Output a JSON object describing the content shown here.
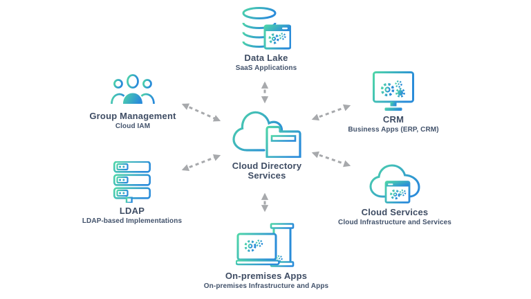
{
  "diagram": {
    "center": {
      "title_line1": "Cloud Directory",
      "title_line2": "Services",
      "icon": "cloud-folder-icon"
    },
    "nodes": {
      "data_lake": {
        "title": "Data Lake",
        "subtitle": "SaaS Applications",
        "icon": "database-app-window-icon"
      },
      "group_management": {
        "title": "Group Management",
        "subtitle": "Cloud IAM",
        "icon": "users-group-icon"
      },
      "crm": {
        "title": "CRM",
        "subtitle": "Business Apps (ERP, CRM)",
        "icon": "monitor-gears-icon"
      },
      "ldap": {
        "title": "LDAP",
        "subtitle": "LDAP-based Implementations",
        "icon": "server-stack-icon"
      },
      "cloud_services": {
        "title": "Cloud Services",
        "subtitle": "Cloud Infrastructure and Services",
        "icon": "cloud-app-window-icon"
      },
      "on_premises": {
        "title": "On-premises Apps",
        "subtitle": "On-premises Infrastructure and Apps",
        "icon": "laptop-building-icon"
      }
    },
    "connectors": {
      "style": "dashed-double-arrow",
      "color": "#A7A9AC"
    },
    "colors": {
      "icon_gradient_start": "#4ED5A8",
      "icon_gradient_end": "#2A8CD9",
      "label_text": "#3E4C63",
      "arrow": "#A7A9AC",
      "background": "#FFFFFF"
    }
  }
}
